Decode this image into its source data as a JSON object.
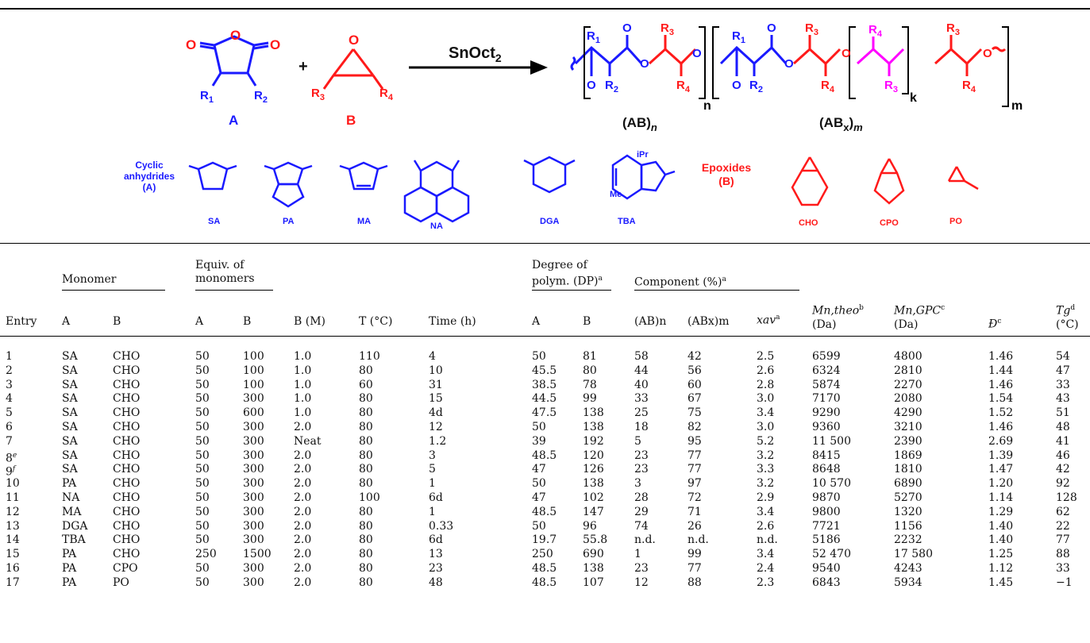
{
  "scheme": {
    "reagent": "SnOct",
    "reagent_sub": "2",
    "plus": "+",
    "monomer_a_label": "A",
    "monomer_b_label": "B",
    "monomer_a_r1": "R",
    "monomer_a_r1_sub": "1",
    "monomer_a_r2": "R",
    "monomer_a_r2_sub": "2",
    "monomer_b_r3": "R",
    "monomer_b_r3_sub": "3",
    "monomer_b_r4": "R",
    "monomer_b_r4_sub": "4",
    "product_ab_label": "(AB)",
    "product_ab_sub": "n",
    "product_abx_label": "(AB",
    "product_abx_sub": "x",
    "product_abx_close": ")",
    "product_abx_sub2": "m",
    "bracket_n": "n",
    "bracket_k": "k",
    "bracket_m": "m",
    "anhydrides_title": "Cyclic anhydrides (A)",
    "epoxides_title": "Epoxides (B)",
    "anhydrides": [
      "SA",
      "PA",
      "MA",
      "NA",
      "DGA",
      "TBA"
    ],
    "epoxides": [
      "CHO",
      "CPO",
      "PO"
    ],
    "tba_ipr": "iPr",
    "tba_me": "Me",
    "colors": {
      "blue": "#1a1aff",
      "red": "#ff1a1a",
      "magenta": "#ff00ff"
    }
  },
  "table": {
    "headers": {
      "entry": "Entry",
      "monomer": "Monomer",
      "equiv": "Equiv. of monomers",
      "bm": "B (M)",
      "temp": "T (°C)",
      "time": "Time (h)",
      "dp": "Degree of polym. (DP)",
      "dp_sup": "a",
      "component": "Component (%)",
      "component_sup": "a",
      "a": "A",
      "b": "B",
      "abn": "(AB)n",
      "abxm": "(ABx)m",
      "xav": "xav",
      "xav_sup": "a",
      "mntheo": "Mn,theo",
      "mntheo_sup": "b",
      "mngpc": "Mn,GPC",
      "mngpc_sup": "c",
      "da": "(Da)",
      "d": "Đ",
      "d_sup": "c",
      "tg": "Tg",
      "tg_sup": "d",
      "tg_unit": "(°C)"
    },
    "rows": [
      [
        "1",
        "SA",
        "CHO",
        "50",
        "100",
        "1.0",
        "110",
        "4",
        "50",
        "81",
        "58",
        "42",
        "2.5",
        "6599",
        "4800",
        "1.46",
        "54"
      ],
      [
        "2",
        "SA",
        "CHO",
        "50",
        "100",
        "1.0",
        "80",
        "10",
        "45.5",
        "80",
        "44",
        "56",
        "2.6",
        "6324",
        "2810",
        "1.44",
        "47"
      ],
      [
        "3",
        "SA",
        "CHO",
        "50",
        "100",
        "1.0",
        "60",
        "31",
        "38.5",
        "78",
        "40",
        "60",
        "2.8",
        "5874",
        "2270",
        "1.46",
        "33"
      ],
      [
        "4",
        "SA",
        "CHO",
        "50",
        "300",
        "1.0",
        "80",
        "15",
        "44.5",
        "99",
        "33",
        "67",
        "3.0",
        "7170",
        "2080",
        "1.54",
        "43"
      ],
      [
        "5",
        "SA",
        "CHO",
        "50",
        "600",
        "1.0",
        "80",
        "4d",
        "47.5",
        "138",
        "25",
        "75",
        "3.4",
        "9290",
        "4290",
        "1.52",
        "51"
      ],
      [
        "6",
        "SA",
        "CHO",
        "50",
        "300",
        "2.0",
        "80",
        "12",
        "50",
        "138",
        "18",
        "82",
        "3.0",
        "9360",
        "3210",
        "1.46",
        "48"
      ],
      [
        "7",
        "SA",
        "CHO",
        "50",
        "300",
        "Neat",
        "80",
        "1.2",
        "39",
        "192",
        "5",
        "95",
        "5.2",
        "11 500",
        "2390",
        "2.69",
        "41"
      ],
      [
        "8",
        "SA",
        "CHO",
        "50",
        "300",
        "2.0",
        "80",
        "3",
        "48.5",
        "120",
        "23",
        "77",
        "3.2",
        "8415",
        "1869",
        "1.39",
        "46"
      ],
      [
        "9",
        "SA",
        "CHO",
        "50",
        "300",
        "2.0",
        "80",
        "5",
        "47",
        "126",
        "23",
        "77",
        "3.3",
        "8648",
        "1810",
        "1.47",
        "42"
      ],
      [
        "10",
        "PA",
        "CHO",
        "50",
        "300",
        "2.0",
        "80",
        "1",
        "50",
        "138",
        "3",
        "97",
        "3.2",
        "10 570",
        "6890",
        "1.20",
        "92"
      ],
      [
        "11",
        "NA",
        "CHO",
        "50",
        "300",
        "2.0",
        "100",
        "6d",
        "47",
        "102",
        "28",
        "72",
        "2.9",
        "9870",
        "5270",
        "1.14",
        "128"
      ],
      [
        "12",
        "MA",
        "CHO",
        "50",
        "300",
        "2.0",
        "80",
        "1",
        "48.5",
        "147",
        "29",
        "71",
        "3.4",
        "9800",
        "1320",
        "1.29",
        "62"
      ],
      [
        "13",
        "DGA",
        "CHO",
        "50",
        "300",
        "2.0",
        "80",
        "0.33",
        "50",
        "96",
        "74",
        "26",
        "2.6",
        "7721",
        "1156",
        "1.40",
        "22"
      ],
      [
        "14",
        "TBA",
        "CHO",
        "50",
        "300",
        "2.0",
        "80",
        "6d",
        "19.7",
        "55.8",
        "n.d.",
        "n.d.",
        "n.d.",
        "5186",
        "2232",
        "1.40",
        "77"
      ],
      [
        "15",
        "PA",
        "CHO",
        "250",
        "1500",
        "2.0",
        "80",
        "13",
        "250",
        "690",
        "1",
        "99",
        "3.4",
        "52 470",
        "17 580",
        "1.25",
        "88"
      ],
      [
        "16",
        "PA",
        "CPO",
        "50",
        "300",
        "2.0",
        "80",
        "23",
        "48.5",
        "138",
        "23",
        "77",
        "2.4",
        "9540",
        "4243",
        "1.12",
        "33"
      ],
      [
        "17",
        "PA",
        "PO",
        "50",
        "300",
        "2.0",
        "80",
        "48",
        "48.5",
        "107",
        "12",
        "88",
        "2.3",
        "6843",
        "5934",
        "1.45",
        "−1"
      ]
    ],
    "entry_sups": {
      "7": "e",
      "8": "f"
    }
  }
}
